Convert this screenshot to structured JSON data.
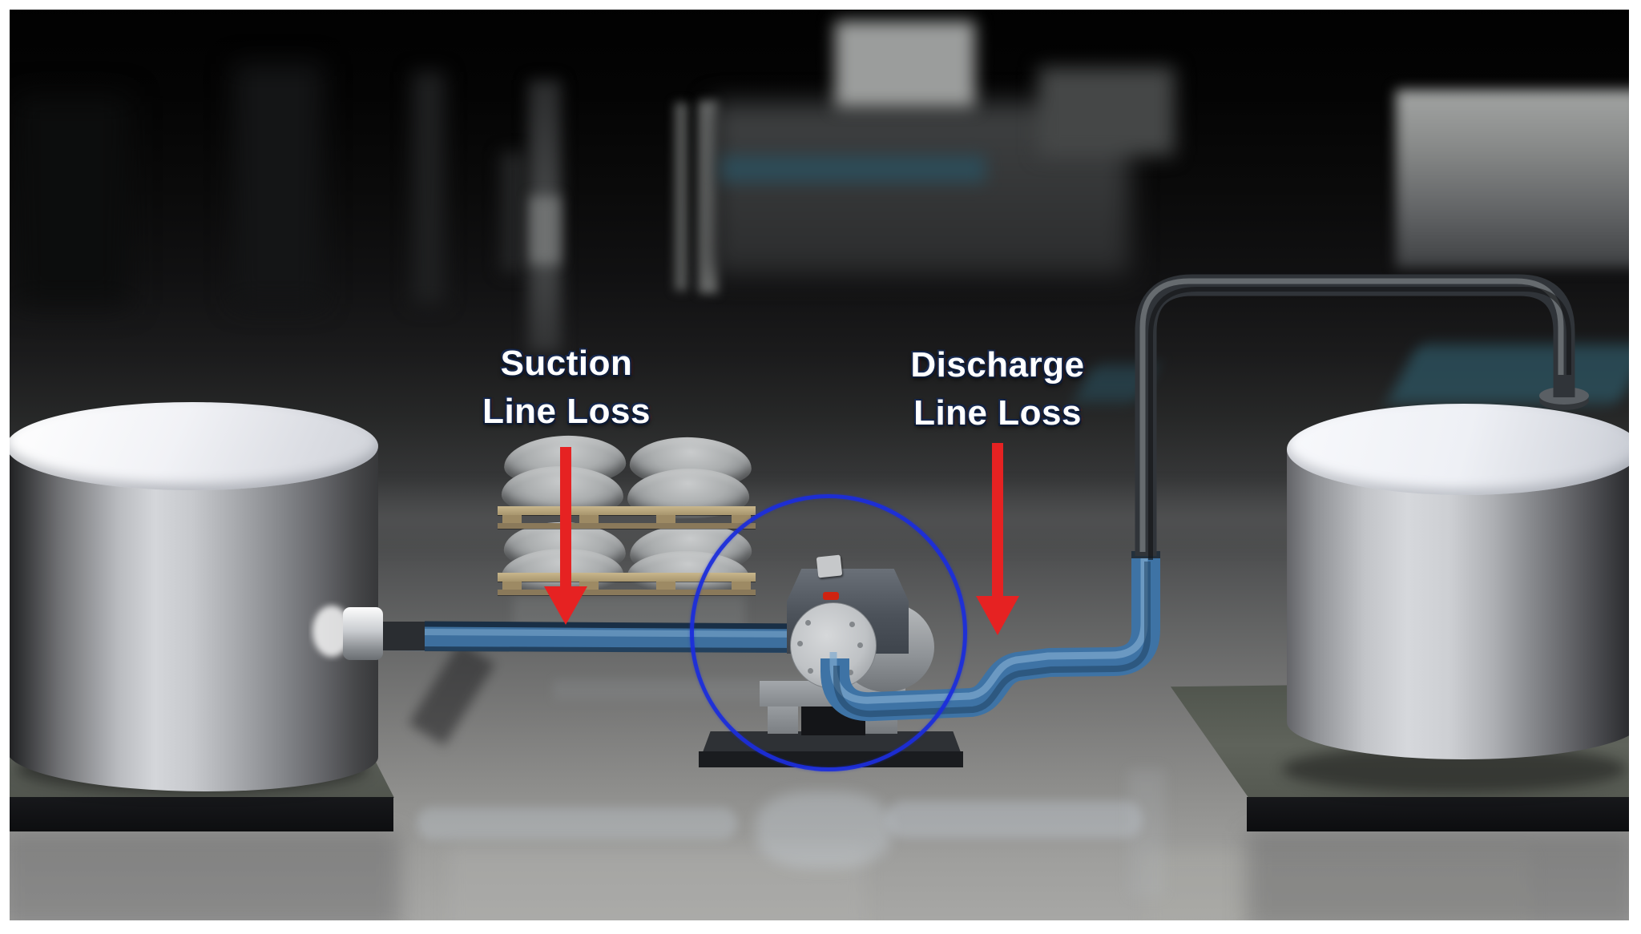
{
  "annotations": {
    "suction_label": {
      "line1": "Suction",
      "line2": "Line Loss"
    },
    "discharge_label": {
      "line1": "Discharge",
      "line2": "Line Loss"
    }
  },
  "icons": {
    "suction_arrow": "red-down-arrow",
    "discharge_arrow": "red-down-arrow",
    "pump_highlight": "blue-circle-outline"
  },
  "colors": {
    "label_text": "#ffffff",
    "label_outline": "#122140",
    "arrow_red": "#e62222",
    "highlight_circle_blue": "#1b2ddb",
    "fluid_pipe_blue": "#3e73a5",
    "pipe_highlight_blue": "#7fa9cf",
    "metal_pipe_gray": "#303439",
    "tank_silver": "#cdd0d5",
    "tank_top_white": "#f2f4f8",
    "pallet_wood_tan": "#b7a67e",
    "bag_gray": "#a2a5a7",
    "pad_top_gray_green": "#5a5f57",
    "pad_front_black": "#141518",
    "floor_gray": "#a9a9a7",
    "background_black": "#040404"
  }
}
